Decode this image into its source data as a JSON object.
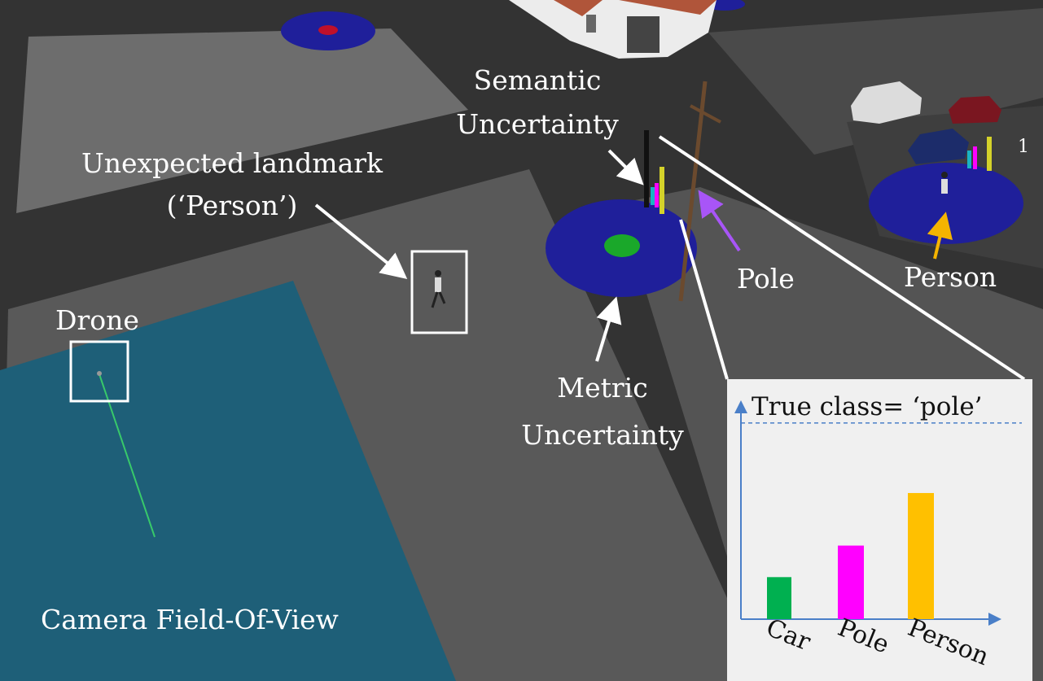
{
  "labels": {
    "semantic": [
      "Semantic",
      "Uncertainty"
    ],
    "unexpected": [
      "Unexpected landmark",
      "(‘Person’)"
    ],
    "drone": "Drone",
    "metric": [
      "Metric",
      "Uncertainty"
    ],
    "pole": "Pole",
    "person": "Person",
    "fov": "Camera Field-Of-View",
    "edge_digit": "1"
  },
  "colors": {
    "car": "#00b050",
    "pole": "#ff00ff",
    "person": "#ffc000",
    "uncertainty_disc": "#1f1f9a",
    "fov": "#1e5f78",
    "ground": "#5a5a5a",
    "road": "#353535",
    "pole_arrow": "#a855f7",
    "person_arrow": "#f5b400"
  },
  "chart_data": {
    "type": "bar",
    "title": "True class= ‘pole’",
    "categories": [
      "Car",
      "Pole",
      "Person"
    ],
    "values": [
      0.12,
      0.21,
      0.36
    ],
    "ylim": [
      0,
      0.62
    ],
    "reference_line": 0.56,
    "xlabel": "",
    "ylabel": "",
    "grid": false
  }
}
